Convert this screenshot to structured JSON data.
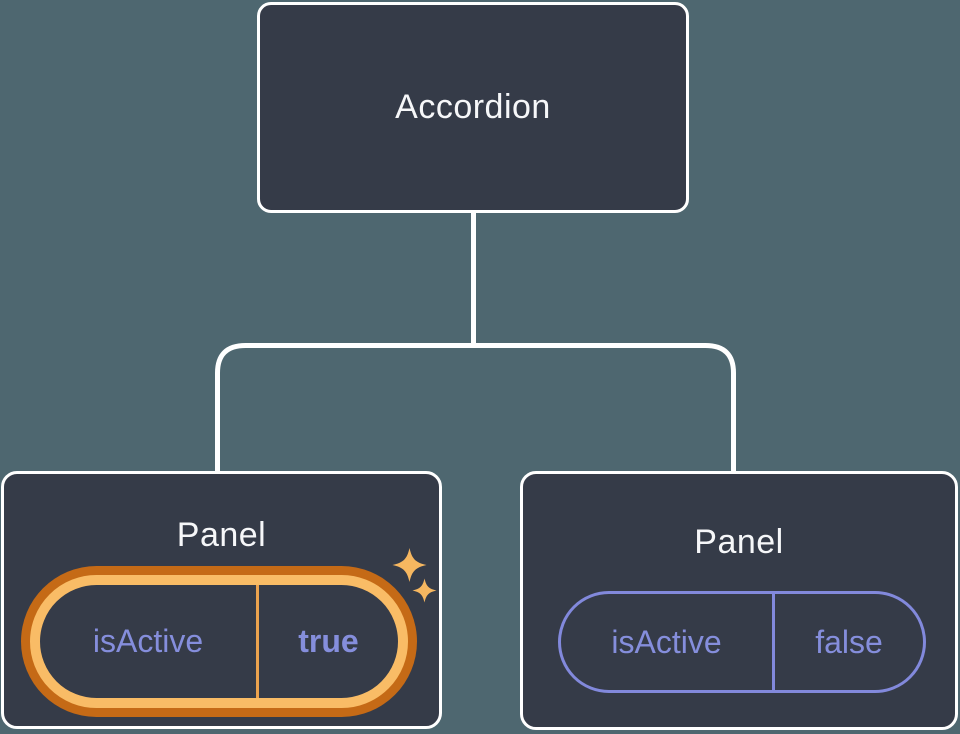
{
  "tree": {
    "root": {
      "label": "Accordion"
    },
    "children": [
      {
        "label": "Panel",
        "state": {
          "name": "isActive",
          "value": "true"
        },
        "highlighted": true
      },
      {
        "label": "Panel",
        "state": {
          "name": "isActive",
          "value": "false"
        },
        "highlighted": false
      }
    ]
  },
  "icons": {
    "sparkles": "sparkles-icon"
  },
  "colors": {
    "background": "#4E6770",
    "node_fill": "#353B48",
    "node_border": "#FFFFFF",
    "connector": "#FFFFFF",
    "title_text": "#F6F7F9",
    "state_text": "#858EDC",
    "state_pill_border": "#8289DC",
    "highlight_ring_outer": "#C56A16",
    "highlight_ring_inner": "#F9BC66",
    "highlight_divider": "#ECA34E",
    "sparkle": "#F6B760"
  }
}
